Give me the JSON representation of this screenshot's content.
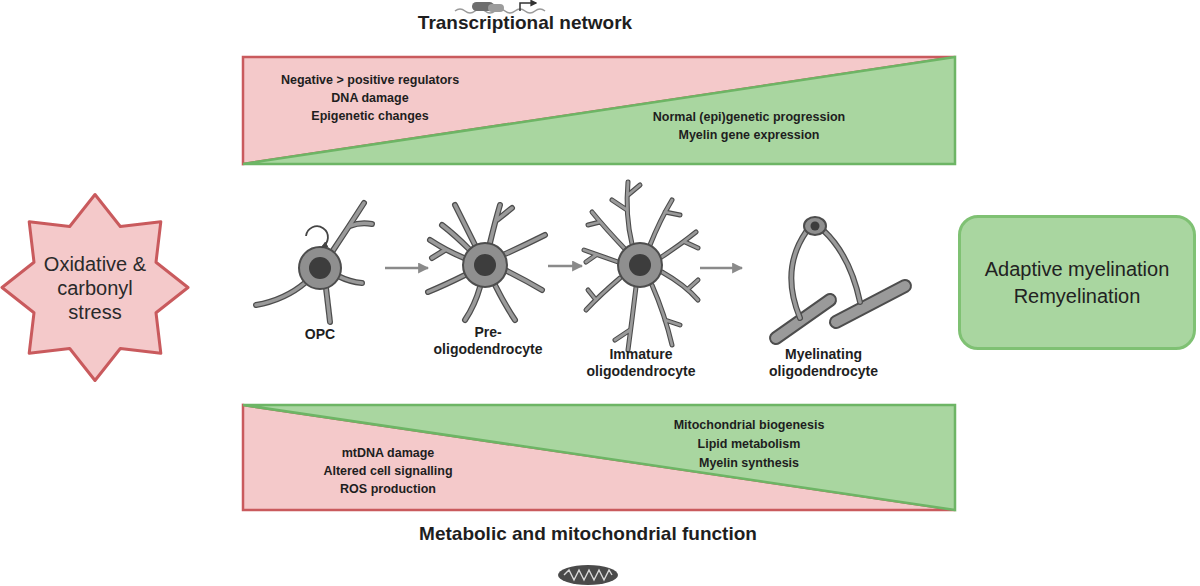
{
  "diagram": {
    "nodes": [
      {
        "text": [
          "Transcriptional network"
        ]
      },
      {
        "text": [
          "Negative > positive regulators",
          "DNA damage",
          "Epigenetic changes"
        ],
        "in": 0
      },
      {
        "text": [
          "Normal (epi)genetic progression",
          "Myelin gene expression"
        ],
        "in": 0
      },
      {
        "text": [
          "Oxidative & carbonyl stress"
        ]
      },
      {
        "text": [
          "OPC"
        ]
      },
      {
        "text": [
          "Pre- oligodendrocyte"
        ]
      },
      {
        "text": [
          "Immature oligodendrocyte"
        ]
      },
      {
        "text": [
          "Myelinating oligodendrocyte"
        ]
      },
      {
        "text": [
          "Adaptive myelination",
          "Remyelination"
        ]
      },
      {
        "text": [
          "Metabolic and mitochondrial function"
        ]
      },
      {
        "text": [
          "mtDNA damage",
          "Altered cell signalling",
          "ROS production"
        ],
        "in": 9
      },
      {
        "text": [
          "Mitochondrial biogenesis",
          "Lipid metabolism",
          "Myelin synthesis"
        ],
        "in": 9
      }
    ],
    "edges": [
      {
        "from": 4,
        "to": 5,
        "arrow": "to"
      },
      {
        "from": 5,
        "to": 6,
        "arrow": "to"
      },
      {
        "from": 6,
        "to": 7,
        "arrow": "to"
      }
    ]
  }
}
